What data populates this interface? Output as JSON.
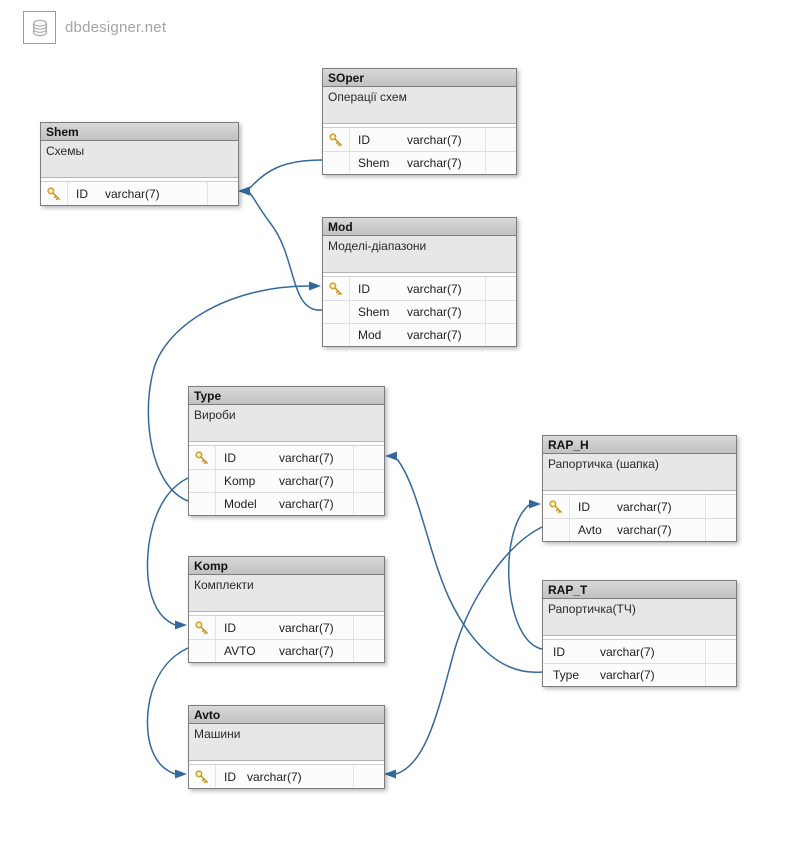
{
  "app": {
    "logo_text": "dbdesigner.net"
  },
  "diagram": {
    "colors": {
      "connector": "#33689c",
      "key_gold": "#fce17d",
      "key_outline": "#c9992b"
    },
    "tables": [
      {
        "id": "soper",
        "name": "SOper",
        "description": "Операції схем",
        "rows": [
          {
            "key": true,
            "name": "ID",
            "type": "varchar(7)"
          },
          {
            "key": false,
            "name": "Shem",
            "type": "varchar(7)"
          }
        ]
      },
      {
        "id": "shem",
        "name": "Shem",
        "description": "Схемы",
        "rows": [
          {
            "key": true,
            "name": "ID",
            "type": "varchar(7)"
          }
        ]
      },
      {
        "id": "mod",
        "name": "Mod",
        "description": "Моделі-діапазони",
        "rows": [
          {
            "key": true,
            "name": "ID",
            "type": "varchar(7)"
          },
          {
            "key": false,
            "name": "Shem",
            "type": "varchar(7)"
          },
          {
            "key": false,
            "name": "Mod",
            "type": "varchar(7)"
          }
        ]
      },
      {
        "id": "type",
        "name": "Type",
        "description": "Вироби",
        "rows": [
          {
            "key": true,
            "name": "ID",
            "type": "varchar(7)"
          },
          {
            "key": false,
            "name": "Komp",
            "type": "varchar(7)"
          },
          {
            "key": false,
            "name": "Model",
            "type": "varchar(7)"
          }
        ]
      },
      {
        "id": "komp",
        "name": "Komp",
        "description": "Комплекти",
        "rows": [
          {
            "key": true,
            "name": "ID",
            "type": "varchar(7)"
          },
          {
            "key": false,
            "name": "AVTO",
            "type": "varchar(7)"
          }
        ]
      },
      {
        "id": "avto",
        "name": "Avto",
        "description": "Машини",
        "rows": [
          {
            "key": true,
            "name": "ID",
            "type": "varchar(7)"
          }
        ]
      },
      {
        "id": "rap_h",
        "name": "RAP_H",
        "description": "Рапортичка  (шапка)",
        "rows": [
          {
            "key": true,
            "name": "ID",
            "type": "varchar(7)"
          },
          {
            "key": false,
            "name": "Avto",
            "type": "varchar(7)"
          }
        ]
      },
      {
        "id": "rap_t",
        "name": "RAP_T",
        "description": "Рапортичка(ТЧ)",
        "rows": [
          {
            "key": false,
            "name": "ID",
            "type": "varchar(7)"
          },
          {
            "key": false,
            "name": "Type",
            "type": "varchar(7)"
          }
        ]
      }
    ],
    "relations": [
      {
        "id": "soper_shem",
        "from": "SOper.Shem",
        "to": "Shem.ID"
      },
      {
        "id": "mod_shem",
        "from": "Mod.Shem",
        "to": "Shem.ID"
      },
      {
        "id": "type_mod",
        "from": "Type.Model",
        "to": "Mod.ID"
      },
      {
        "id": "type_komp",
        "from": "Type.Komp",
        "to": "Komp.ID"
      },
      {
        "id": "komp_avto",
        "from": "Komp.AVTO",
        "to": "Avto.ID"
      },
      {
        "id": "raph_avto",
        "from": "RAP_H.Avto",
        "to": "Avto.ID"
      },
      {
        "id": "rapt_type",
        "from": "RAP_T.Type",
        "to": "Type.ID"
      },
      {
        "id": "rapt_raph",
        "from": "RAP_T.ID",
        "to": "RAP_H.ID"
      }
    ]
  }
}
